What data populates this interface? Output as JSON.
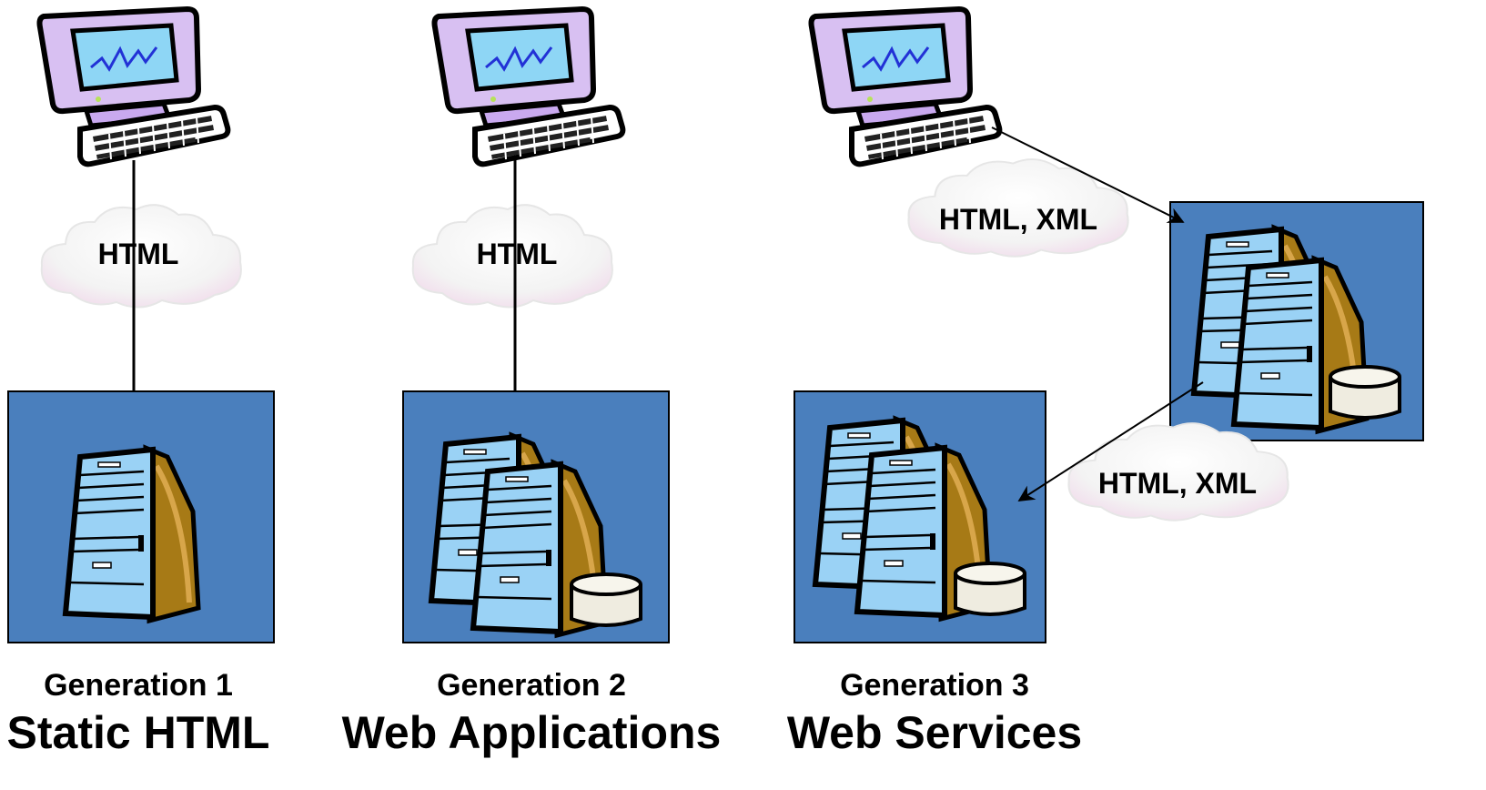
{
  "generations": [
    {
      "generation_label": "Generation 1",
      "caption": "Static HTML",
      "cloud_label": "HTML"
    },
    {
      "generation_label": "Generation 2",
      "caption": "Web Applications",
      "cloud_label": "HTML"
    },
    {
      "generation_label": "Generation 3",
      "caption": "Web Services",
      "cloud_label": "HTML, XML",
      "second_cloud_label": "HTML, XML"
    }
  ],
  "colors": {
    "server_box_fill": "#4a7fbd",
    "server_body": "#9ad2f5",
    "server_side": "#a77a16",
    "monitor_frame": "#d8c0f2",
    "screen": "#8ed6f5",
    "arrow": "#000000"
  }
}
